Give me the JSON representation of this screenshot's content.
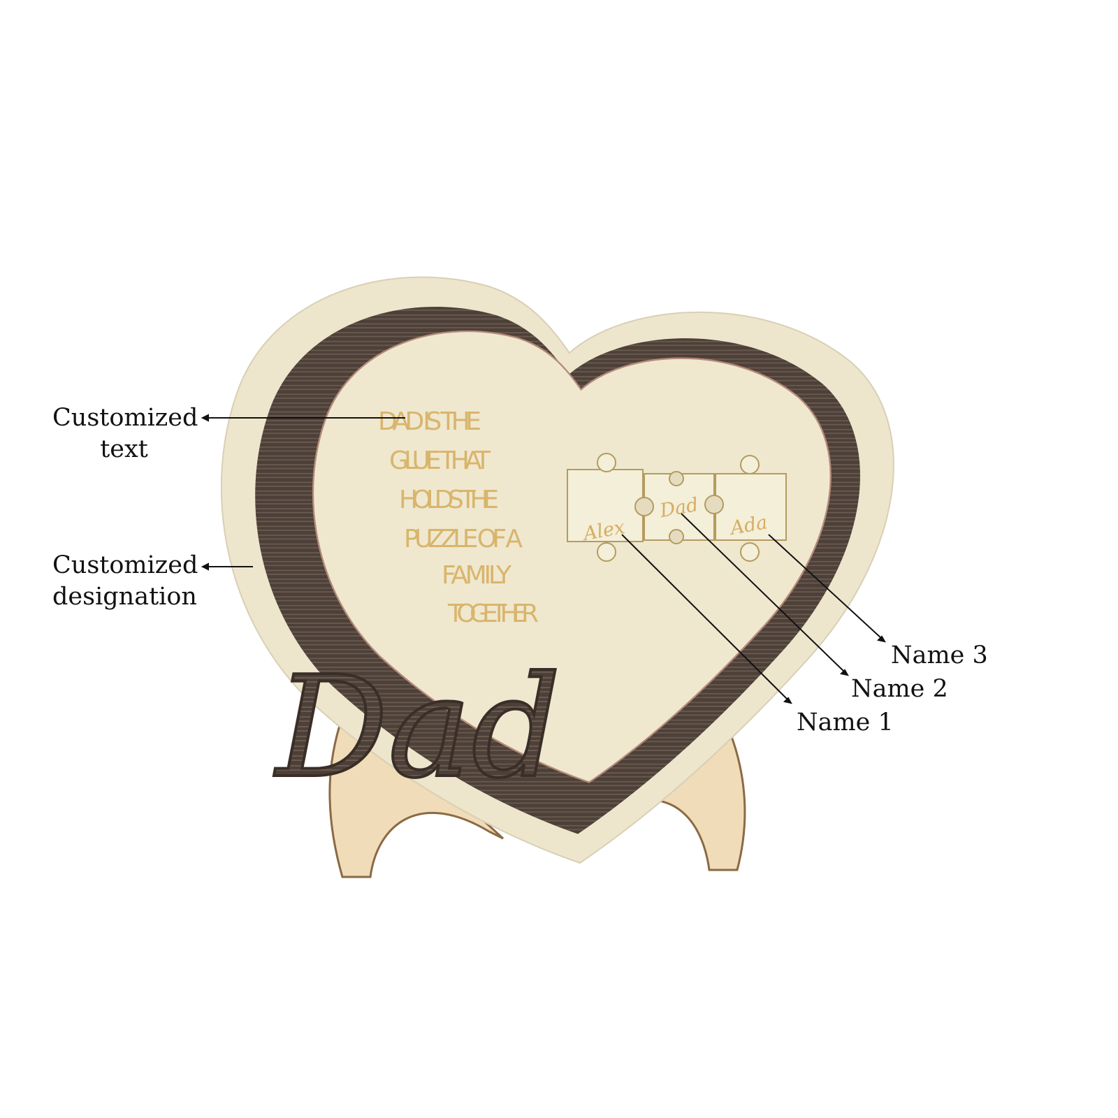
{
  "annotations": {
    "customized_text": [
      "Customized",
      "text"
    ],
    "customized_designation": [
      "Customized",
      "designation"
    ],
    "name_3": "Name 3",
    "name_2": "Name 2",
    "name_1": "Name 1"
  },
  "plaque": {
    "quote_lines": [
      "DAD IS THE",
      "GLUE THAT",
      "HOLDS THE",
      "PUZZLE OF A",
      "FAMILY",
      "TOGETHER"
    ],
    "designation": "Dad",
    "puzzle_names": [
      "Alex",
      "Dad",
      "Ada"
    ]
  },
  "colors": {
    "cream": "#eee6cc",
    "wood_dark": "#4d4038",
    "gold": "#d9b56c",
    "stand": "#f0dcb8"
  }
}
